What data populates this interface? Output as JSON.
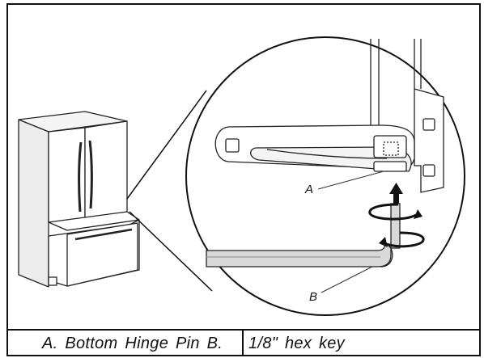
{
  "callouts": {
    "a": "A",
    "b": "B"
  },
  "captions": {
    "a": "A. Bottom Hinge Pin B.",
    "b": "1/8\" hex key"
  },
  "icons": {
    "refrigerator": "french-door-refrigerator-icon",
    "rotate": "rotate-arrow-icon",
    "up": "up-arrow-icon"
  }
}
